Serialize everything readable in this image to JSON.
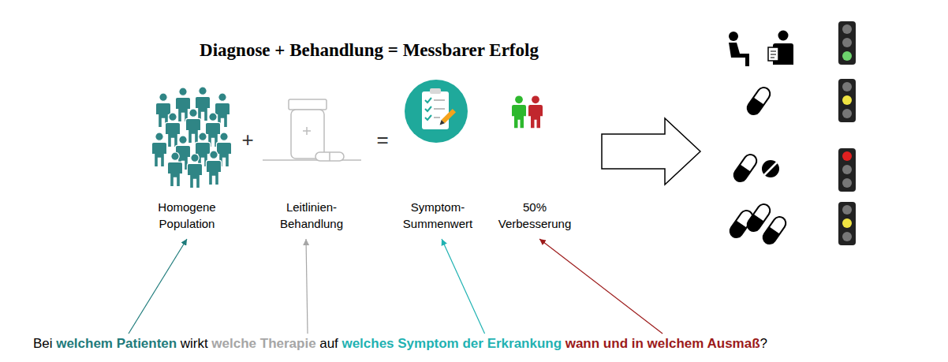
{
  "diagram": {
    "title": "Diagnose + Behandlung = Messbarer Erfolg",
    "nodes": [
      {
        "text": [
          "Homogene Population"
        ]
      },
      {
        "text": [
          "Leitlinien- Behandlung"
        ]
      },
      {
        "text": [
          "Symptom- Summenwert"
        ]
      },
      {
        "text": [
          "50% Verbesserung"
        ]
      }
    ],
    "labels": [
      "+",
      "=",
      "Bei",
      "welchem Patienten",
      "wirkt",
      "welche Therapie",
      "auf",
      "welches Symptom der Erkrankung",
      "wann und in welchem Ausmaß",
      "?"
    ]
  }
}
